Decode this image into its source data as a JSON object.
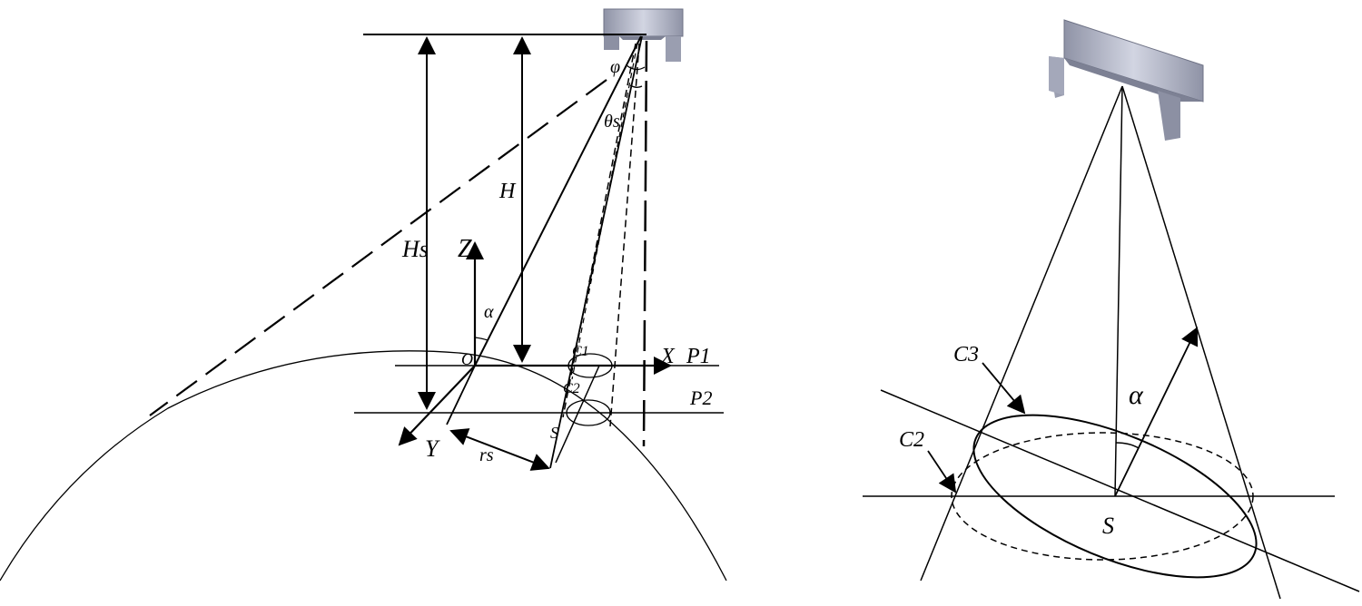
{
  "left_diagram": {
    "labels": {
      "height_hs": "Hs",
      "height_h": "H",
      "axis_z": "Z",
      "axis_x": "X",
      "axis_y": "Y",
      "origin": "O",
      "angle_alpha": "α",
      "angle_phi": "φ",
      "angle_theta_s": "θs",
      "radius_rs": "rs",
      "point_s": "S",
      "ellipse_c1": "C1",
      "ellipse_c2": "C2",
      "plane_p1": "P1",
      "plane_p2": "P2"
    }
  },
  "right_diagram": {
    "labels": {
      "ellipse_c3": "C3",
      "ellipse_c2": "C2",
      "angle_alpha": "α",
      "point_s": "S"
    }
  },
  "colors": {
    "line": "#000000",
    "sensor_body": "#9a9eb0",
    "sensor_top": "#c3c7d6",
    "sensor_shadow": "#7d8194"
  }
}
